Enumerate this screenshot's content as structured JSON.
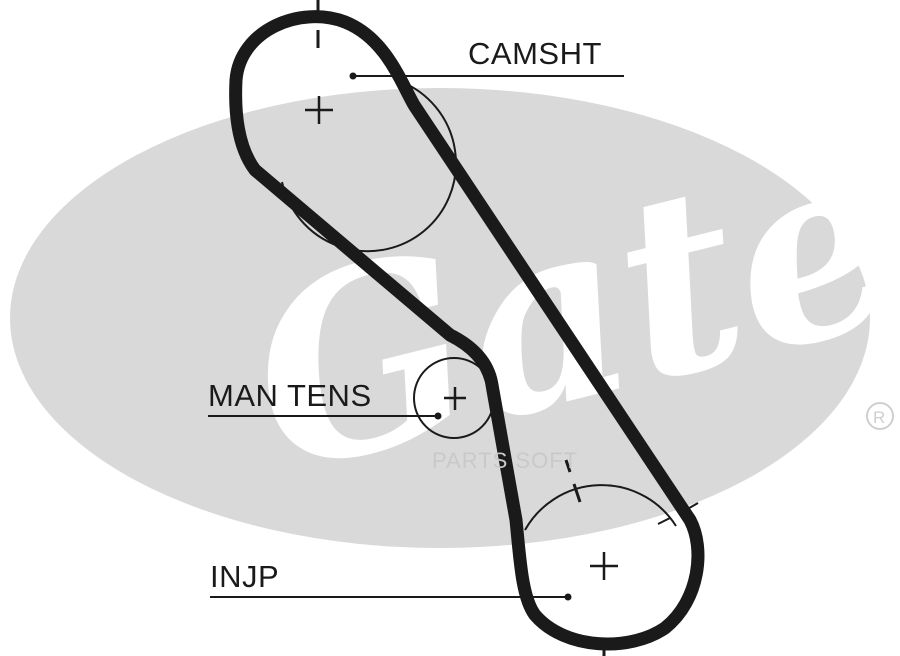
{
  "diagram": {
    "labels": {
      "camshaft": "CAMSHT",
      "tensioner": "MAN TENS",
      "injection_pump": "INJP"
    },
    "watermark": {
      "brand": "Gates",
      "registered": "®",
      "text": "PARTS SOFT"
    },
    "colors": {
      "belt": "#1a1a1a",
      "logo_ellipse": "#d9d9d9",
      "lines": "#1a1a1a"
    }
  }
}
